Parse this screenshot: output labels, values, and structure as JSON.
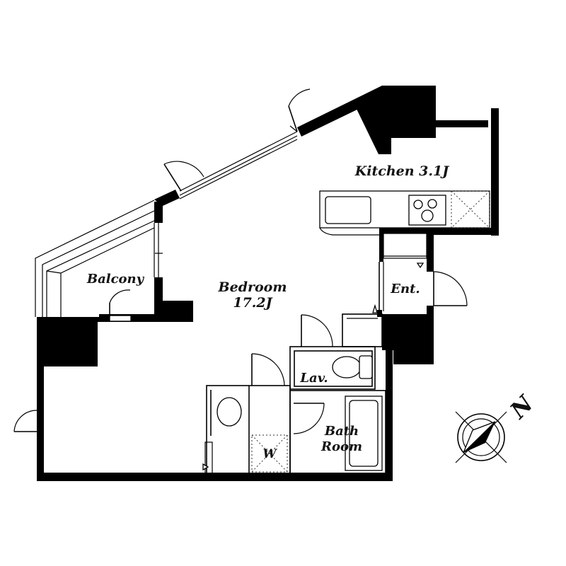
{
  "rooms": {
    "kitchen": "Kitchen 3.1J",
    "bedroom": "Bedroom",
    "bedroom_size": "17.2J",
    "balcony": "Balcony",
    "entrance": "Ent.",
    "lavatory": "Lav.",
    "bath_line1": "Bath",
    "bath_line2": "Room",
    "washer": "W"
  },
  "compass": {
    "north": "N"
  }
}
